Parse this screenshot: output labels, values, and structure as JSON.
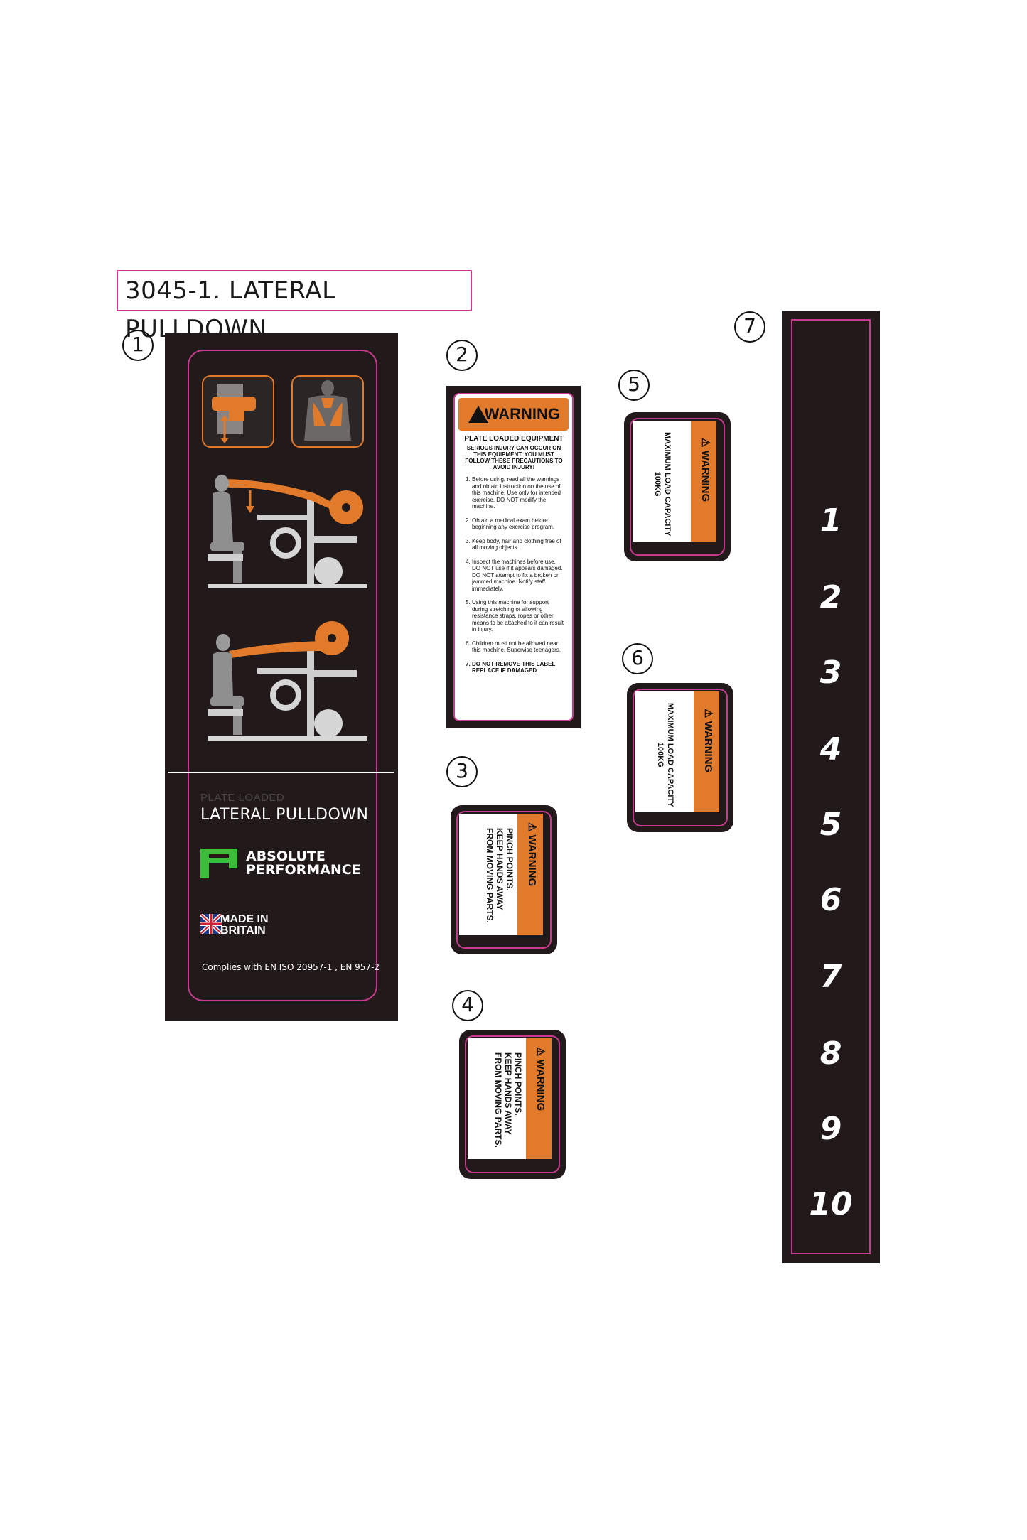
{
  "page_title": "3045-1. LATERAL PULLDOWN",
  "callouts": [
    "1",
    "2",
    "3",
    "4",
    "5",
    "6",
    "7"
  ],
  "sticker1": {
    "sub_label": "PLATE LOADED",
    "main_label": "LATERAL PULLDOWN",
    "brand_line1": "ABSOLUTE",
    "brand_line2": "PERFORMANCE",
    "made_line1": "MADE IN",
    "made_line2": "BRITAIN",
    "complies": "Complies with EN ISO 20957-1 ,  EN 957-2",
    "colors": {
      "accent": "#e27a2c",
      "brand_green": "#3dbb3a",
      "frame": "#c83a8f",
      "background": "#221a1a"
    }
  },
  "sticker2": {
    "header": "WARNING",
    "heading": "PLATE LOADED EQUIPMENT",
    "subheading": "SERIOUS INJURY CAN OCCUR ON THIS EQUIPMENT. YOU MUST FOLLOW THESE PRECAUTIONS TO AVOID INJURY!",
    "items": [
      "Before using, read all the warnings and obtain instruction on the use of this machine. Use only for intended exercise. DO NOT modify the machine.",
      "Obtain a medical exam before beginning any exercise program.",
      "Keep body, hair and clothing free of all moving objects.",
      "Inspect the machines before use. DO NOT use if it appears damaged. DO NOT attempt to fix a broken or jammed machine. Notify staff immediately.",
      "Using this machine for support during stretching or allowing resistance straps, ropes or other means to be attached to it can result in injury.",
      "Children must not be allowed near this machine. Supervise teenagers.",
      "DO NOT REMOVE THIS LABEL REPLACE IF DAMAGED"
    ]
  },
  "pinch_sticker": {
    "header": "WARNING",
    "line1": "PINCH POINTS.",
    "line2": "KEEP HANDS AWAY",
    "line3": "FROM MOVING PARTS."
  },
  "load_sticker": {
    "header": "WARNING",
    "line1": "MAXIMUM LOAD CAPACITY",
    "line2": "100KG"
  },
  "scale_sticker": {
    "numbers": [
      "1",
      "2",
      "3",
      "4",
      "5",
      "6",
      "7",
      "8",
      "9",
      "10"
    ]
  }
}
